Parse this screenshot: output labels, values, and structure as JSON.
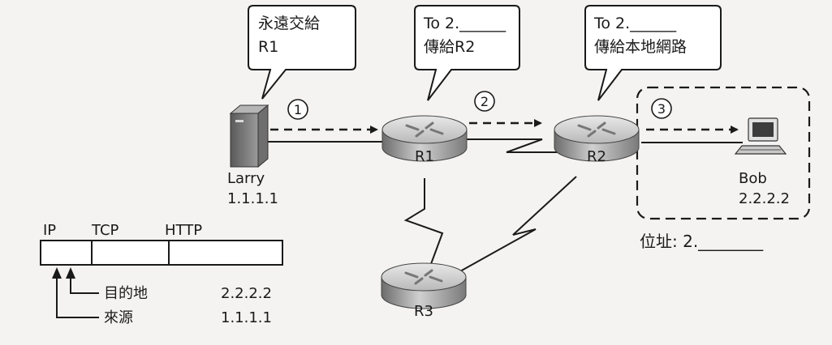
{
  "callouts": {
    "larry": [
      "永遠交給",
      "R1"
    ],
    "r1": [
      "To 2.______",
      "傳給R2"
    ],
    "r2": [
      "To 2.______",
      "傳給本地網路"
    ]
  },
  "steps": [
    "①",
    "②",
    "③"
  ],
  "routers": {
    "r1": "R1",
    "r2": "R2",
    "r3": "R3"
  },
  "hosts": {
    "larry": {
      "name": "Larry",
      "ip": "1.1.1.1"
    },
    "bob": {
      "name": "Bob",
      "ip": "2.2.2.2"
    }
  },
  "lan": {
    "address_label": "位址: 2.________"
  },
  "packet": {
    "headers": [
      "IP",
      "TCP",
      "HTTP"
    ],
    "fields": [
      {
        "label": "目的地",
        "value": "2.2.2.2"
      },
      {
        "label": "來源",
        "value": "1.1.1.1"
      }
    ]
  }
}
